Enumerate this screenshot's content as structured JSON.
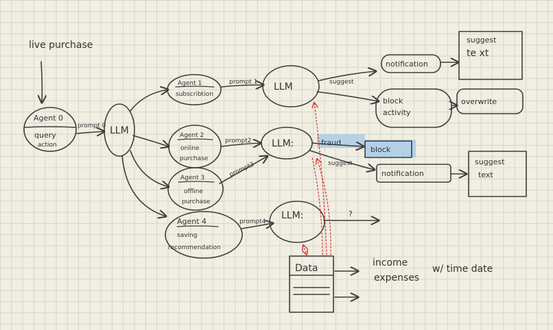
{
  "colors": {
    "ink": "#3d3d3d",
    "grid": "#d4d6cd",
    "paper": "#f1eee2",
    "highlight": "#a9cbe6",
    "data_flow": "#d43b3b"
  },
  "labels": {
    "live_purchase": "live purchase",
    "agent0_title": "Agent 0",
    "agent0_sub1": "query",
    "agent0_sub2": "action",
    "prompt0": "prompt 0",
    "llm_main": "LLM",
    "agent1_title": "Agent 1",
    "agent1_sub": "subscribtion",
    "agent2_title": "Agent 2",
    "agent2_sub1": "online",
    "agent2_sub2": "purchase",
    "agent3_title": "Agent 3",
    "agent3_sub1": "offline",
    "agent3_sub2": "purchase",
    "agent4_title": "Agent 4",
    "agent4_sub1": "saving",
    "agent4_sub2": "recommendation",
    "prompt1": "prompt 1",
    "prompt2": "prompt2",
    "prompt3": "prompt3",
    "prompt4": "prompt4",
    "llm1": "LLM",
    "llm2": "LLM:",
    "llm4": "LLM:",
    "suggest1": "suggest",
    "notification1": "notification",
    "suggest_text1_a": "suggest",
    "suggest_text1_b": "te xt",
    "block_activity_a": "block",
    "block_activity_b": "activity",
    "overwrite": "overwrite",
    "fraud": "fraud",
    "block": "block",
    "suggest2": "suggest",
    "notification2": "notification",
    "suggest_text2_a": "suggest",
    "suggest_text2_b": "text",
    "unknown": "?",
    "data": "Data",
    "income": "income",
    "expenses": "expenses",
    "with_time_date": "w/ time date"
  }
}
